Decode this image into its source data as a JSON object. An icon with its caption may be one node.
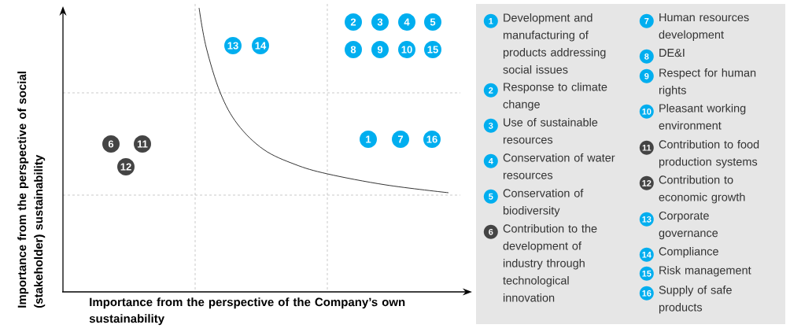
{
  "diagram": {
    "nodes": [
      {
        "text": [
          "2"
        ]
      },
      {
        "text": [
          "3"
        ]
      },
      {
        "text": [
          "4"
        ]
      },
      {
        "text": [
          "5"
        ]
      },
      {
        "text": [
          "13"
        ]
      },
      {
        "text": [
          "14"
        ]
      },
      {
        "text": [
          "8"
        ]
      },
      {
        "text": [
          "9"
        ]
      },
      {
        "text": [
          "10"
        ]
      },
      {
        "text": [
          "15"
        ]
      },
      {
        "text": [
          "6"
        ]
      },
      {
        "text": [
          "11"
        ]
      },
      {
        "text": [
          "1"
        ]
      },
      {
        "text": [
          "7"
        ]
      },
      {
        "text": [
          "16"
        ]
      },
      {
        "text": [
          "12"
        ]
      },
      {
        "text": [],
        "shape": "box"
      },
      {
        "text": [
          "1"
        ],
        "in": 16,
        "beside": [
          "Development and manufacturing of products addressing social issues"
        ]
      },
      {
        "text": [
          "7"
        ],
        "in": 16,
        "beside": [
          "Human resources development"
        ]
      },
      {
        "text": [
          "8"
        ],
        "in": 16,
        "beside": [
          "DE&I"
        ]
      },
      {
        "text": [
          "9"
        ],
        "in": 16,
        "beside": [
          "Respect for human rights"
        ]
      },
      {
        "text": [
          "2"
        ],
        "in": 16,
        "beside": [
          "Response to climate change"
        ]
      },
      {
        "text": [
          "10"
        ],
        "in": 16,
        "beside": [
          "Pleasant working environment"
        ]
      },
      {
        "text": [
          "3"
        ],
        "in": 16,
        "beside": [
          "Use of sustainable resources"
        ]
      },
      {
        "text": [
          "11"
        ],
        "in": 16,
        "beside": [
          "Contribution to food production systems"
        ]
      },
      {
        "text": [
          "4"
        ],
        "in": 16,
        "beside": [
          "Conservation of water resources"
        ]
      },
      {
        "text": [
          "12"
        ],
        "in": 16,
        "beside": [
          "Contribution to economic growth"
        ]
      },
      {
        "text": [
          "5"
        ],
        "in": 16,
        "beside": [
          "Conservation of biodiversity"
        ]
      },
      {
        "text": [
          "13"
        ],
        "in": 16,
        "beside": [
          "Corporate governance"
        ]
      },
      {
        "text": [
          "6"
        ],
        "in": 16,
        "beside": [
          "Contribution to the development of industry through technological innovation"
        ]
      },
      {
        "text": [
          "14"
        ],
        "in": 16,
        "beside": [
          "Compliance"
        ]
      },
      {
        "text": [
          "15"
        ],
        "in": 16,
        "beside": [
          "Risk management"
        ]
      },
      {
        "text": [
          "16"
        ],
        "in": 16,
        "beside": [
          "Supply of safe products"
        ]
      }
    ],
    "labels": [
      "Importance from the perspective of social (stakeholder) sustainability",
      "Importance from the perspective of the Company’s own sustainability"
    ]
  }
}
